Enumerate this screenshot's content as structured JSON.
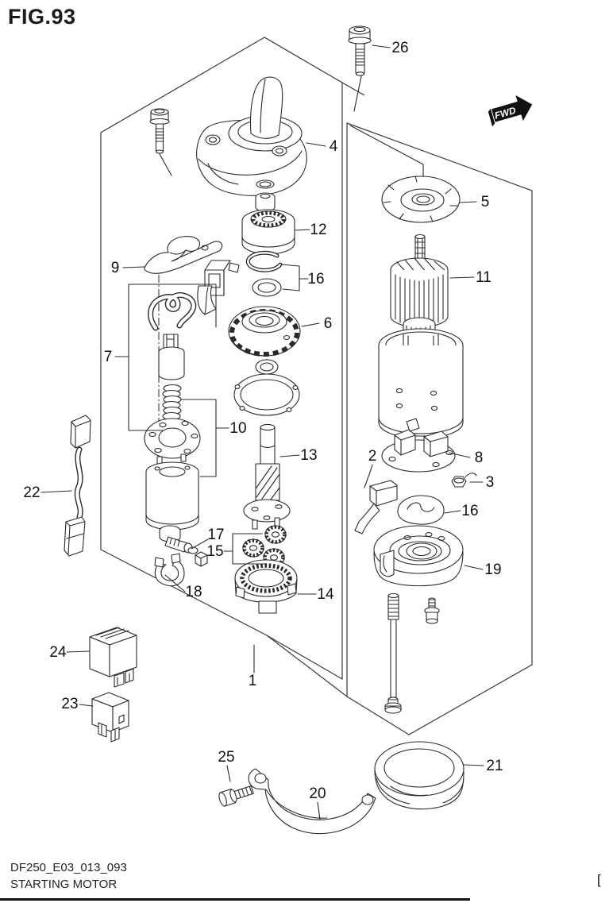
{
  "title": "FIG.93",
  "fwd_label": "FWD",
  "footer": {
    "code": "DF250_E03_013_093",
    "caption": "STARTING MOTOR",
    "bracket": "["
  },
  "labels": {
    "p1": "1",
    "p2": "2",
    "p3": "3",
    "p4": "4",
    "p5": "5",
    "p6": "6",
    "p7": "7",
    "p8": "8",
    "p9": "9",
    "p10": "10",
    "p11": "11",
    "p12": "12",
    "p13": "13",
    "p14": "14",
    "p15": "15",
    "p16": "16",
    "p17": "17",
    "p18": "18",
    "p19": "19",
    "p20": "20",
    "p21": "21",
    "p22": "22",
    "p23": "23",
    "p24": "24",
    "p25": "25",
    "p26": "26"
  }
}
